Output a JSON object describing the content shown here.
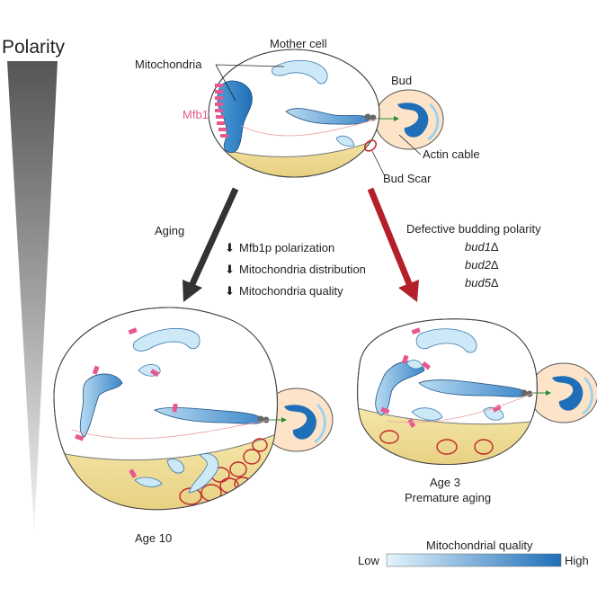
{
  "polarity": {
    "label": "Polarity"
  },
  "mother": {
    "title": "Mother cell",
    "mitochondria_label": "Mitochondria",
    "mfb1_label": "Mfb1",
    "bud_label": "Bud",
    "actin_label": "Actin cable",
    "bud_scar_label": "Bud Scar"
  },
  "aging": {
    "label": "Aging",
    "effects": [
      {
        "glyph": "⬇",
        "text": "Mfb1p polarization"
      },
      {
        "glyph": "⬇",
        "text": "Mitochondria distribution"
      },
      {
        "glyph": "⬇",
        "text": "Mitochondria quality"
      }
    ]
  },
  "defective": {
    "label": "Defective budding polarity",
    "mutants": [
      {
        "name": "bud1",
        "suffix": "Δ"
      },
      {
        "name": "bud2",
        "suffix": "Δ"
      },
      {
        "name": "bud5",
        "suffix": "Δ"
      }
    ]
  },
  "cell_age10": {
    "label": "Age 10"
  },
  "cell_age3": {
    "label": "Age 3",
    "sublabel": "Premature aging"
  },
  "legend": {
    "title": "Mitochondrial quality",
    "low": "Low",
    "high": "High"
  },
  "colors": {
    "mito_dark": "#1f6fb8",
    "mito_light": "#cde8f6",
    "mfb1": "#e8578f",
    "bud_fill": "#fde4c8",
    "scar_fill": "#f0dc8c",
    "scar_ring": "#c0272d",
    "arrow_dark": "#333333",
    "arrow_red": "#b3202a",
    "actin": "#e8a0a0"
  }
}
